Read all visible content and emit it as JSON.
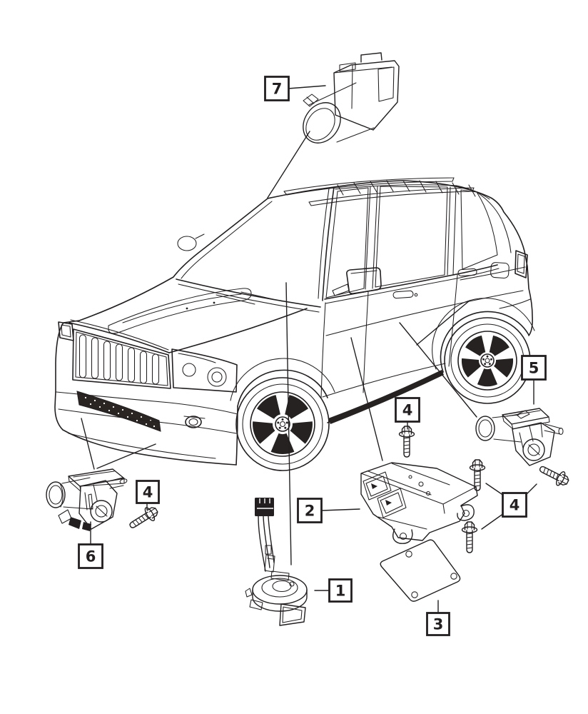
{
  "colors": {
    "line": "#231f20",
    "background": "#ffffff"
  },
  "callouts": [
    {
      "number": "1"
    },
    {
      "number": "2"
    },
    {
      "number": "3"
    },
    {
      "number": "4"
    },
    {
      "number": "5"
    },
    {
      "number": "6"
    },
    {
      "number": "7"
    }
  ]
}
